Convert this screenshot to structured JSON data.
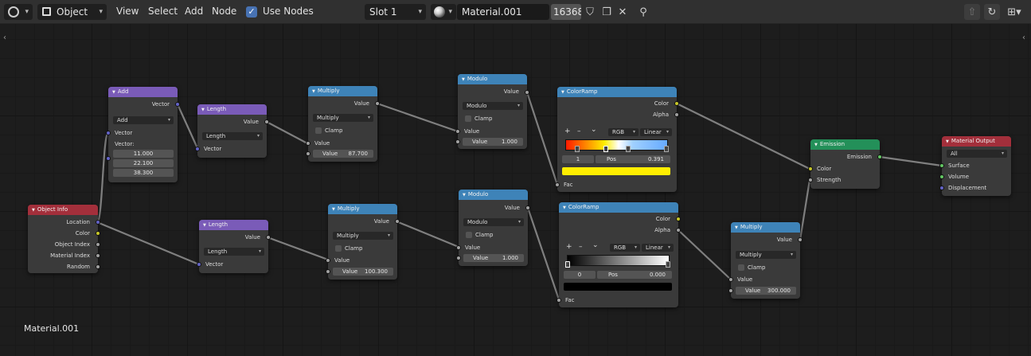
{
  "header": {
    "editor_icon": "node-editor-icon",
    "object_mode": "Object",
    "menus": [
      "View",
      "Select",
      "Add",
      "Node"
    ],
    "use_nodes_label": "Use Nodes",
    "use_nodes_checked": true,
    "slot": "Slot 1",
    "material_name": "Material.001",
    "users_count": "16368"
  },
  "canvas": {
    "material_label": "Material.001"
  },
  "nodes": {
    "add": {
      "title": "Add",
      "out_vector": "Vector",
      "op": "Add",
      "in_vector": "Vector",
      "vector_label": "Vector:",
      "values": [
        "11.000",
        "22.100",
        "38.300"
      ]
    },
    "length1": {
      "title": "Length",
      "out_value": "Value",
      "op": "Length",
      "in_vector": "Vector"
    },
    "length2": {
      "title": "Length",
      "out_value": "Value",
      "op": "Length",
      "in_vector": "Vector"
    },
    "multiply1": {
      "title": "Multiply",
      "out_value": "Value",
      "op": "Multiply",
      "clamp": "Clamp",
      "in_value": "Value",
      "value_label": "Value",
      "value": "87.700"
    },
    "multiply2": {
      "title": "Multiply",
      "out_value": "Value",
      "op": "Multiply",
      "clamp": "Clamp",
      "in_value": "Value",
      "value_label": "Value",
      "value": "100.300"
    },
    "multiply3": {
      "title": "Multiply",
      "out_value": "Value",
      "op": "Multiply",
      "clamp": "Clamp",
      "in_value": "Value",
      "value_label": "Value",
      "value": "300.000"
    },
    "modulo1": {
      "title": "Modulo",
      "out_value": "Value",
      "op": "Modulo",
      "clamp": "Clamp",
      "in_value": "Value",
      "value_label": "Value",
      "value": "1.000"
    },
    "modulo2": {
      "title": "Modulo",
      "out_value": "Value",
      "op": "Modulo",
      "clamp": "Clamp",
      "in_value": "Value",
      "value_label": "Value",
      "value": "1.000"
    },
    "ramp1": {
      "title": "ColorRamp",
      "out_color": "Color",
      "out_alpha": "Alpha",
      "plus": "+",
      "minus": "–",
      "chevron": "⌄",
      "mode": "RGB",
      "interp": "Linear",
      "index": "1",
      "pos_label": "Pos",
      "pos": "0.391",
      "in_fac": "Fac",
      "swatch_color": "#ffee00"
    },
    "ramp2": {
      "title": "ColorRamp",
      "out_color": "Color",
      "out_alpha": "Alpha",
      "plus": "+",
      "minus": "–",
      "chevron": "⌄",
      "mode": "RGB",
      "interp": "Linear",
      "index": "0",
      "pos_label": "Pos",
      "pos": "0.000",
      "in_fac": "Fac",
      "swatch_color": "#000000"
    },
    "object_info": {
      "title": "Object Info",
      "outputs": [
        "Location",
        "Color",
        "Object Index",
        "Material Index",
        "Random"
      ]
    },
    "emission": {
      "title": "Emission",
      "out_emission": "Emission",
      "in_color": "Color",
      "in_strength": "Strength"
    },
    "material_output": {
      "title": "Material Output",
      "target": "All",
      "inputs": [
        "Surface",
        "Volume",
        "Displacement"
      ]
    }
  },
  "colors": {
    "accent": "#4772b3",
    "converter_header": "#3e83b8",
    "vector_header": "#7a5bb8",
    "input_header": "#a32f3b",
    "shader_header": "#239059"
  }
}
